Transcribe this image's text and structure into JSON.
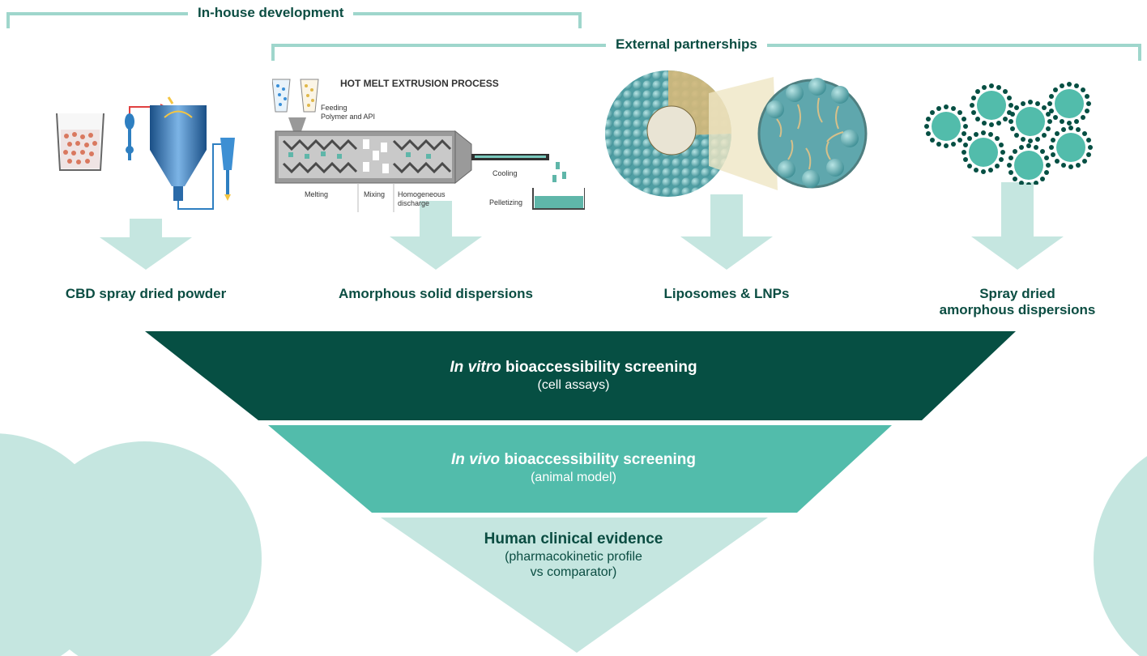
{
  "brackets": {
    "in_house": "In-house development",
    "external": "External partnerships"
  },
  "hme_diagram": {
    "title": "HOT MELT EXTRUSION PROCESS",
    "feeding_line1": "Feeding",
    "feeding_line2": "Polymer and API",
    "cooling": "Cooling",
    "melting": "Melting",
    "mixing": "Mixing",
    "homogeneous_line1": "Homogeneous",
    "homogeneous_line2": "discharge",
    "pelletizing": "Pelletizing"
  },
  "methods": {
    "cbd": "CBD spray dried powder",
    "asd": "Amorphous solid dispersions",
    "lipo": "Liposomes & LNPs",
    "sdad_line1": "Spray dried",
    "sdad_line2": "amorphous dispersions"
  },
  "funnel": {
    "level1": {
      "italic": "In vitro",
      "title": " bioaccessibility screening",
      "sub": "(cell assays)"
    },
    "level2": {
      "italic": "In vivo",
      "title": " bioaccessibility screening",
      "sub": "(animal model)"
    },
    "level3": {
      "title": "Human clinical evidence",
      "sub_line1": "(pharmacokinetic profile",
      "sub_line2": "vs comparator)"
    }
  },
  "colors": {
    "dark_green": "#064f43",
    "mid_teal": "#52bcab",
    "light_teal": "#c5e6e0",
    "bracket": "#9fd6cc",
    "text": "#0b4d42"
  }
}
